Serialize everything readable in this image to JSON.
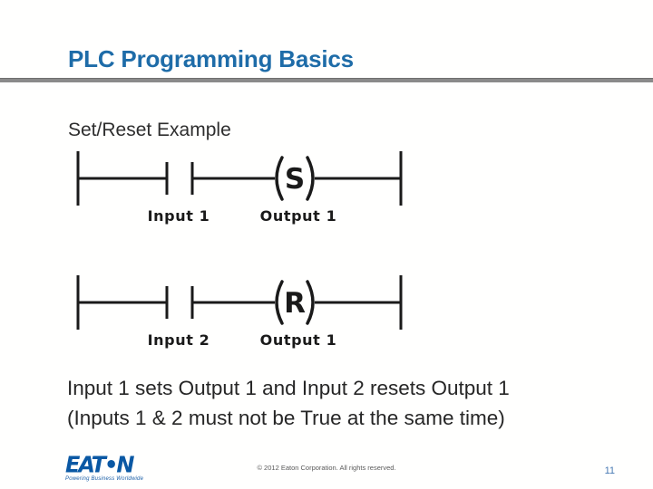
{
  "slide": {
    "title": "PLC Programming Basics",
    "subtitle": "Set/Reset Example",
    "body_line1": "Input 1 sets Output 1 and Input 2 resets Output 1",
    "body_line2": "(Inputs 1 & 2 must not be True at the same time)"
  },
  "ladder": {
    "rungs": [
      {
        "contact_label": "Input 1",
        "coil_letter": "S",
        "coil_label": "Output 1"
      },
      {
        "contact_label": "Input 2",
        "coil_letter": "R",
        "coil_label": "Output 1"
      }
    ]
  },
  "footer": {
    "logo_word": "EAT•N",
    "logo_tagline": "Powering Business Worldwide",
    "copyright": "© 2012 Eaton Corporation. All rights reserved.",
    "page_number": "11"
  },
  "colors": {
    "title_blue": "#1E6CA8",
    "rule_gray": "#8A8A8A",
    "body_text": "#262626",
    "diagram_black": "#1A1A1A",
    "logo_blue": "#0A58A4",
    "page_number_blue": "#4779B3"
  }
}
